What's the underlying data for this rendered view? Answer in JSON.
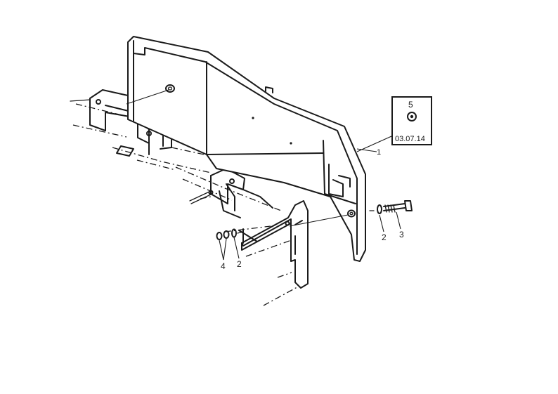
{
  "callouts": {
    "c1": "1",
    "c2a": "2",
    "c2b": "2",
    "c3": "3",
    "c4": "4",
    "c5": "5"
  },
  "inset": {
    "label": "5",
    "ref": "03.07.14"
  }
}
